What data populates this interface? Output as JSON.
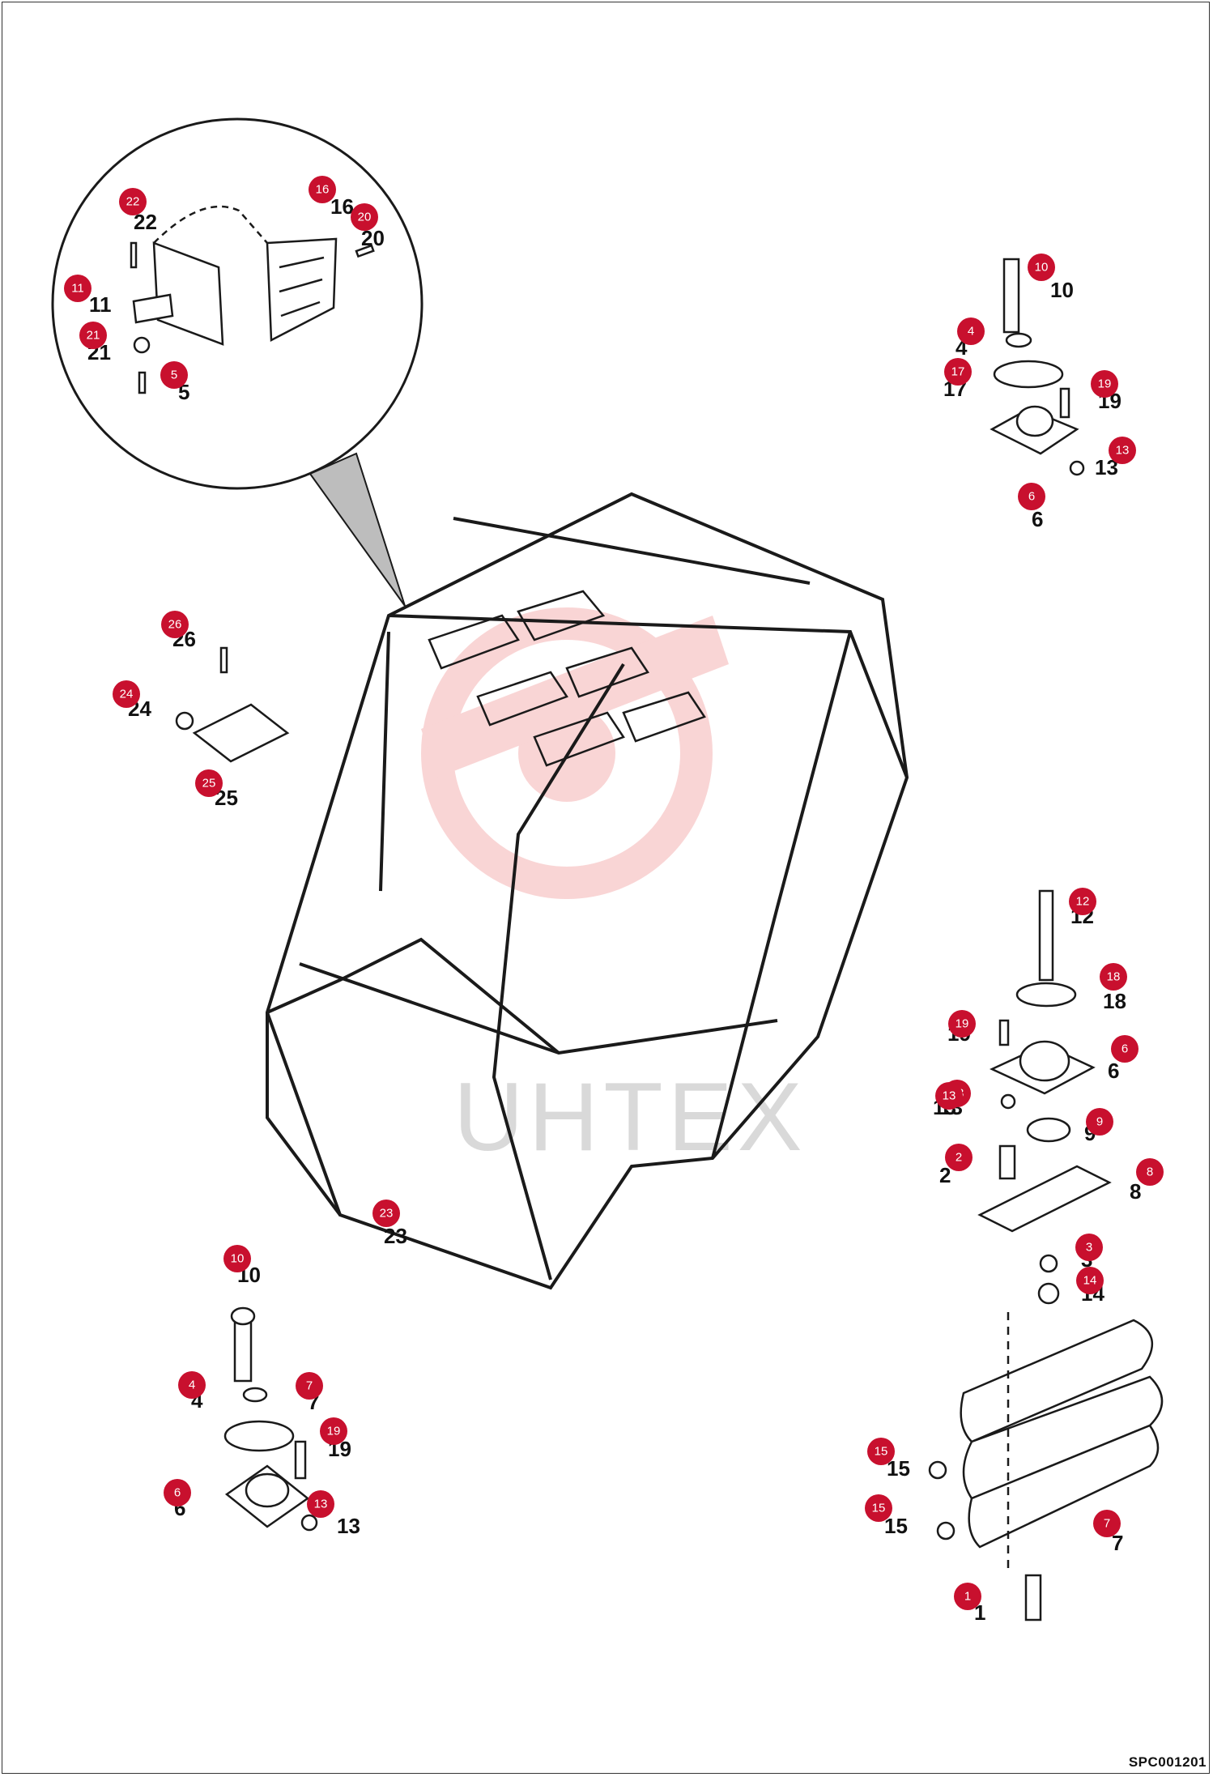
{
  "drawing_code": "SPC001201",
  "watermark": "UHTEX",
  "colors": {
    "badge": "#c8102e",
    "line": "#1a1a1a",
    "watermark": "#f2c6c6"
  },
  "callouts": [
    {
      "n": "22",
      "label": "22"
    },
    {
      "n": "16",
      "label": "16"
    },
    {
      "n": "20",
      "label": "20"
    },
    {
      "n": "11",
      "label": "11"
    },
    {
      "n": "21",
      "label": "21"
    },
    {
      "n": "5",
      "label": "5"
    },
    {
      "n": "10",
      "label": "10"
    },
    {
      "n": "4",
      "label": "4"
    },
    {
      "n": "17",
      "label": "17"
    },
    {
      "n": "19",
      "label": "19"
    },
    {
      "n": "13",
      "label": "13"
    },
    {
      "n": "6",
      "label": "6"
    },
    {
      "n": "26",
      "label": "26"
    },
    {
      "n": "24",
      "label": "24"
    },
    {
      "n": "25",
      "label": "25"
    },
    {
      "n": "12",
      "label": "12"
    },
    {
      "n": "18",
      "label": "18"
    },
    {
      "n": "19",
      "label": "19"
    },
    {
      "n": "6",
      "label": "6"
    },
    {
      "n": "13",
      "label": "13"
    },
    {
      "n": "9",
      "label": "9"
    },
    {
      "n": "2",
      "label": "2"
    },
    {
      "n": "8",
      "label": "8"
    },
    {
      "n": "23",
      "label": "23"
    },
    {
      "n": "3",
      "label": "3"
    },
    {
      "n": "14",
      "label": "14"
    },
    {
      "n": "10",
      "label": "10"
    },
    {
      "n": "4",
      "label": "4"
    },
    {
      "n": "7",
      "label": "7"
    },
    {
      "n": "19",
      "label": "19"
    },
    {
      "n": "6",
      "label": "6"
    },
    {
      "n": "13",
      "label": "13"
    },
    {
      "n": "13",
      "label": "13"
    },
    {
      "n": "15",
      "label": "15"
    },
    {
      "n": "15",
      "label": "15"
    },
    {
      "n": "7",
      "label": "7"
    },
    {
      "n": "1",
      "label": "1"
    }
  ]
}
